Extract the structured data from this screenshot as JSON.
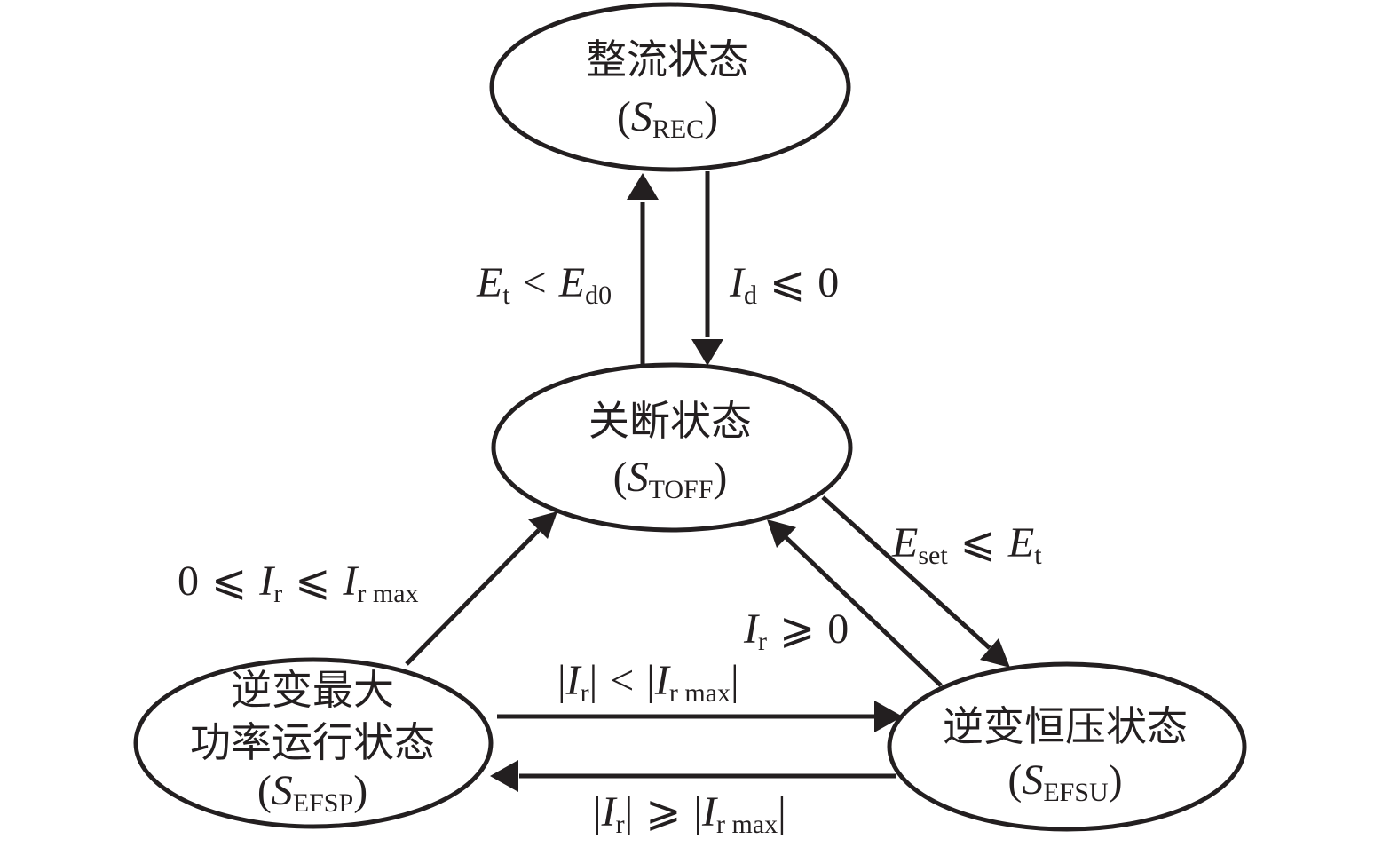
{
  "diagram": {
    "type": "state-transition",
    "colors": {
      "stroke": "#231f20",
      "background": "#ffffff"
    },
    "states": {
      "rec": {
        "name_lines": [
          "整流状态"
        ],
        "symbol": "S",
        "subscript": "REC"
      },
      "toff": {
        "name_lines": [
          "关断状态"
        ],
        "symbol": "S",
        "subscript": "TOFF"
      },
      "efsp": {
        "name_lines": [
          "逆变最大",
          "功率运行状态"
        ],
        "symbol": "S",
        "subscript": "EFSP"
      },
      "efsu": {
        "name_lines": [
          "逆变恒压状态"
        ],
        "symbol": "S",
        "subscript": "EFSU"
      }
    },
    "paren_open": "(",
    "paren_close": ")",
    "transitions": [
      {
        "id": "toff-to-rec",
        "from": "toff",
        "to": "rec",
        "label": {
          "a": "E",
          "a_sub": "t",
          "op": "<",
          "b": "E",
          "b_sub": "d0"
        }
      },
      {
        "id": "rec-to-toff",
        "from": "rec",
        "to": "toff",
        "label": {
          "a": "I",
          "a_sub": "d",
          "op": "⩽",
          "b": "0"
        }
      },
      {
        "id": "efsp-to-toff",
        "from": "efsp",
        "to": "toff",
        "label": {
          "lo": "0",
          "op1": "⩽",
          "a": "I",
          "a_sub": "r",
          "op2": "⩽",
          "b": "I",
          "b_sub": "r max"
        }
      },
      {
        "id": "toff-to-efsu",
        "from": "toff",
        "to": "efsu",
        "label": {
          "a": "E",
          "a_sub": "set",
          "op": "⩽",
          "b": "E",
          "b_sub": "t"
        }
      },
      {
        "id": "efsu-to-toff",
        "from": "efsu",
        "to": "toff",
        "label": {
          "a": "I",
          "a_sub": "r",
          "op": "⩾",
          "b": "0"
        }
      },
      {
        "id": "efsp-to-efsu",
        "from": "efsp",
        "to": "efsu",
        "label": {
          "bar": "|",
          "a": "I",
          "a_sub": "r",
          "op": "<",
          "b": "I",
          "b_sub": "r max"
        }
      },
      {
        "id": "efsu-to-efsp",
        "from": "efsu",
        "to": "efsp",
        "label": {
          "bar": "|",
          "a": "I",
          "a_sub": "r",
          "op": "⩾",
          "b": "I",
          "b_sub": "r max"
        }
      }
    ]
  }
}
